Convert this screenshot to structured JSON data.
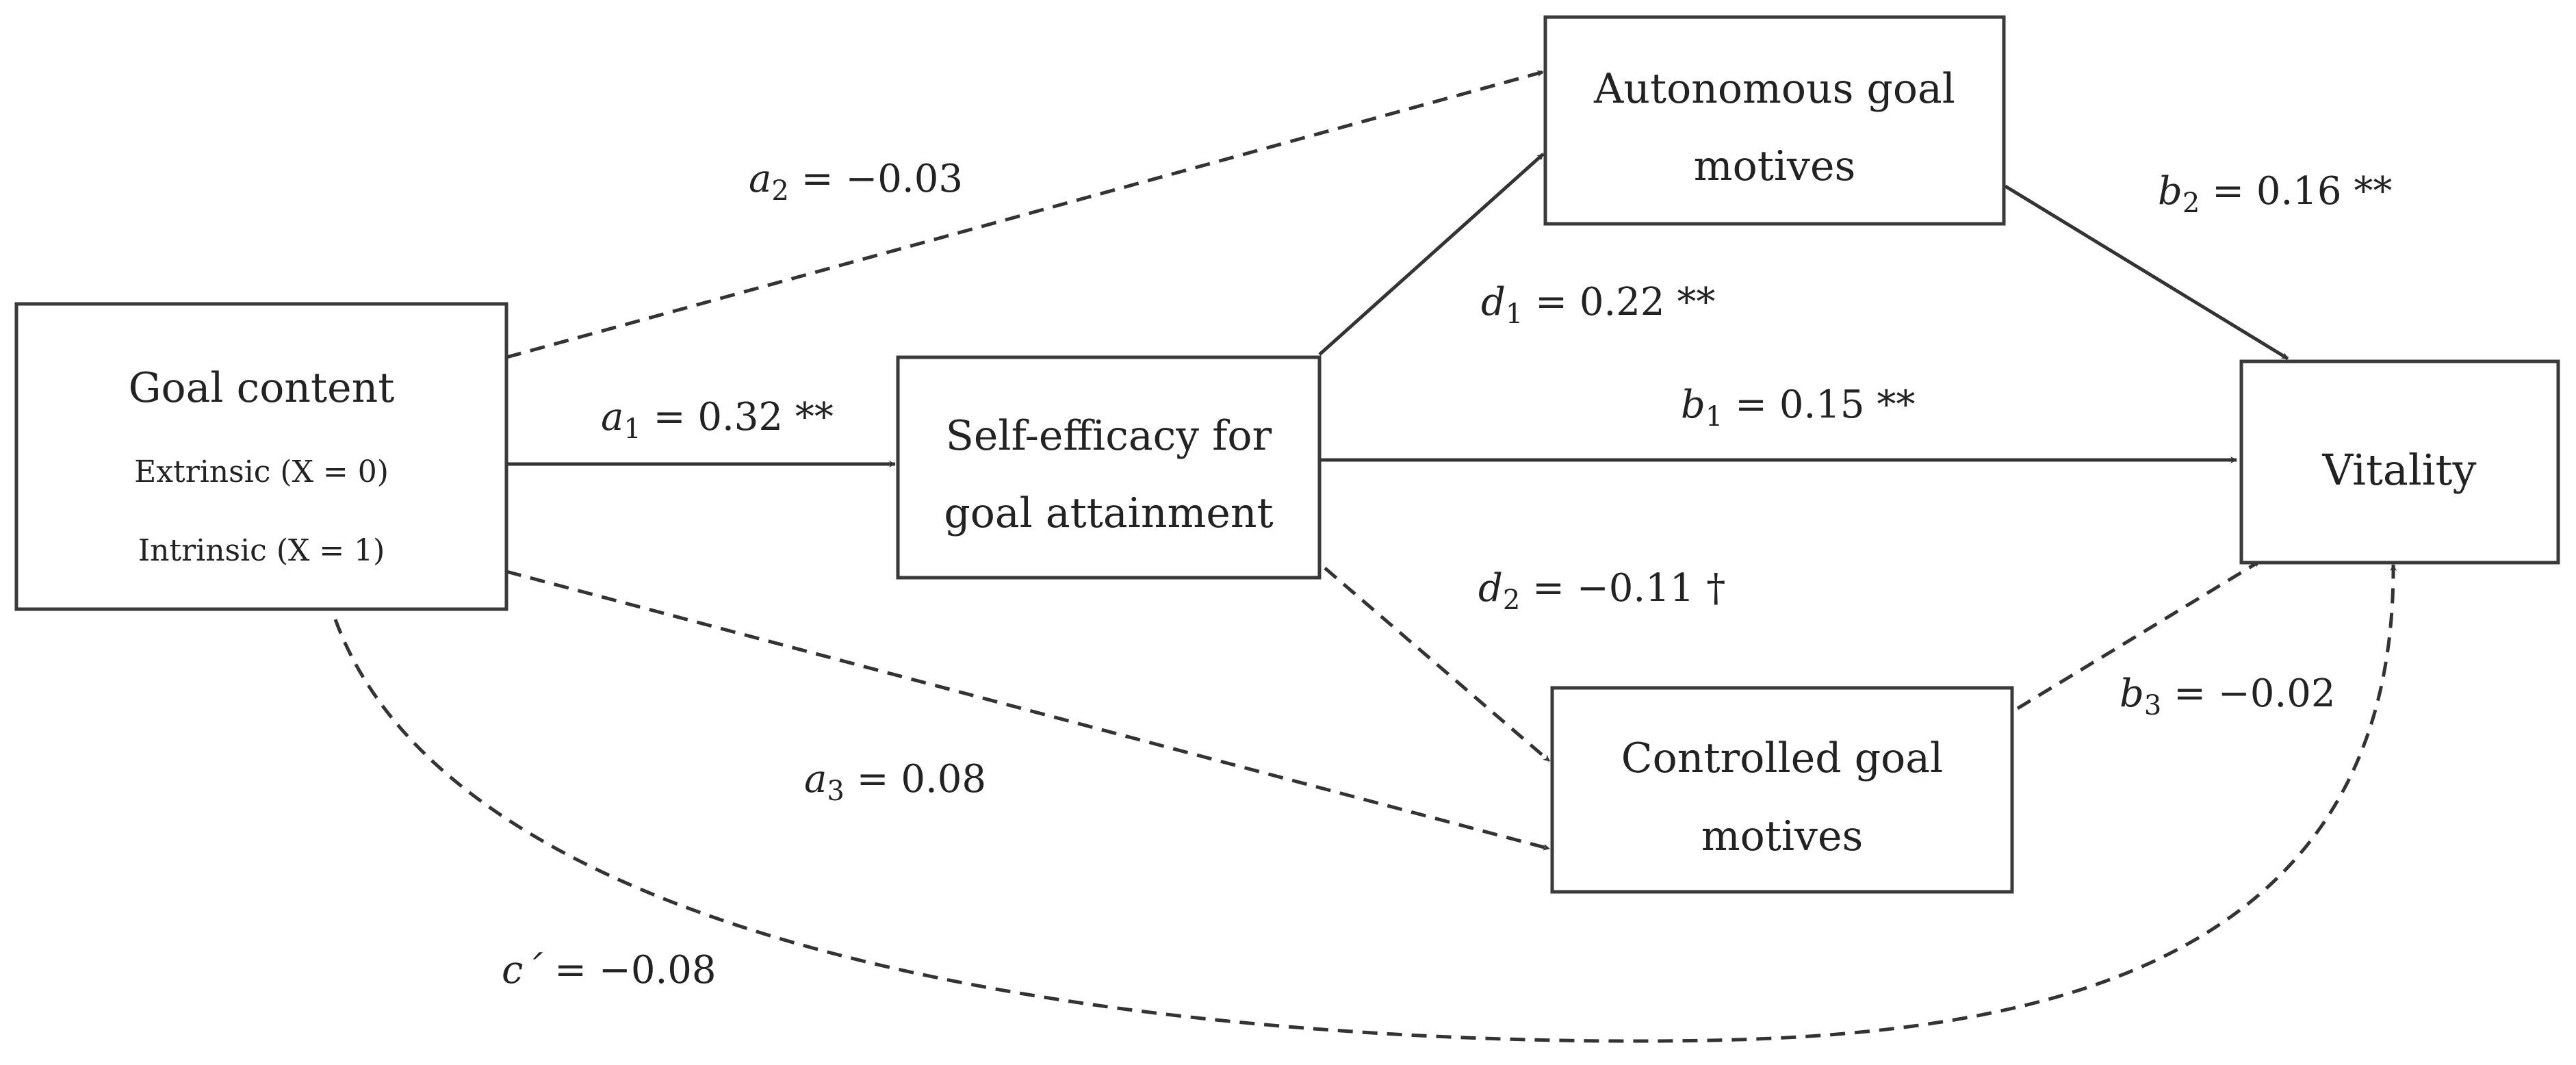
{
  "nodes": {
    "goal_content": {
      "title": "Goal content",
      "line1": "Extrinsic (X = 0)",
      "line2": "Intrinsic (X = 1)"
    },
    "self_efficacy": {
      "line1": "Self-efficacy for",
      "line2": "goal attainment"
    },
    "autonomous": {
      "line1": "Autonomous goal",
      "line2": "motives"
    },
    "controlled": {
      "line1": "Controlled goal",
      "line2": "motives"
    },
    "vitality": {
      "title": "Vitality"
    }
  },
  "paths": {
    "a1": {
      "symbol": "a",
      "sub": "1",
      "value": " = 0.32 **",
      "style": "solid"
    },
    "a2": {
      "symbol": "a",
      "sub": "2",
      "value": " = −0.03",
      "style": "dashed"
    },
    "a3": {
      "symbol": "a",
      "sub": "3",
      "value": " = 0.08",
      "style": "dashed"
    },
    "b1": {
      "symbol": "b",
      "sub": "1",
      "value": " = 0.15 **",
      "style": "solid"
    },
    "b2": {
      "symbol": "b",
      "sub": "2",
      "value": " = 0.16 **",
      "style": "solid"
    },
    "b3": {
      "symbol": "b",
      "sub": "3",
      "value": " = −0.02",
      "style": "dashed"
    },
    "d1": {
      "symbol": "d",
      "sub": "1",
      "value": " = 0.22 **",
      "style": "solid"
    },
    "d2": {
      "symbol": "d",
      "sub": "2",
      "value": " = −0.11 †",
      "style": "dashed"
    },
    "c_prime": {
      "symbol": "c´",
      "value": " = −0.08",
      "style": "dashed"
    }
  }
}
